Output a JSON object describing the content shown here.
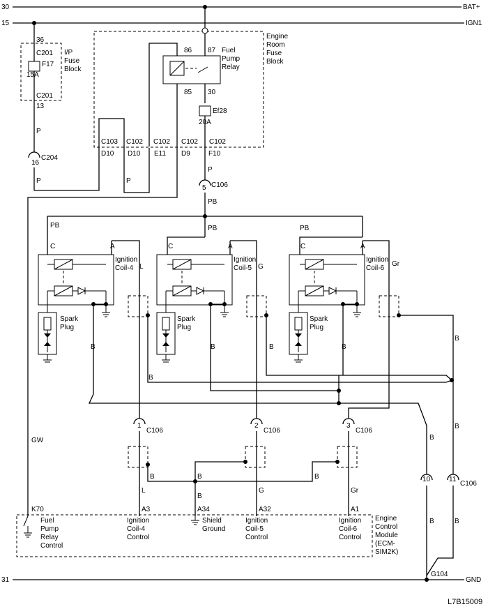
{
  "rails": {
    "bat_num": "30",
    "bat_label": "BAT+",
    "ign_num": "15",
    "ign_label": "IGN1",
    "gnd_num": "31",
    "gnd_label": "GND"
  },
  "ip_fuse": {
    "pin_top": "36",
    "conn_top": "C201",
    "fuse_name": "F17",
    "fuse_rating": "15A",
    "conn_bottom": "C201",
    "pin_bottom": "13",
    "block_label": [
      "I/P",
      "Fuse",
      "Block"
    ]
  },
  "engine_fuse": {
    "block_label": [
      "Engine",
      "Room",
      "Fuse",
      "Block"
    ],
    "relay_label": [
      "Fuel",
      "Pump",
      "Relay"
    ],
    "relay_pins": [
      "86",
      "87",
      "85",
      "30"
    ],
    "fuse_name": "Ef28",
    "fuse_rating": "20A",
    "connectors": [
      "C103",
      "C102",
      "C102",
      "C102",
      "C102"
    ],
    "pins": [
      "D10",
      "D10",
      "E11",
      "D9",
      "F10"
    ]
  },
  "wire_colors": {
    "p": "P",
    "pb": "PB",
    "gw": "GW",
    "b": "B",
    "l": "L",
    "g": "G",
    "gr": "Gr"
  },
  "connectors": {
    "c204_pin": "16",
    "c204": "C204",
    "c106_pin5": "5",
    "c106": "C106",
    "c106_pin1": "1",
    "c106_pin2": "2",
    "c106_pin3": "3",
    "c106_pin10": "10",
    "c106_pin11": "11"
  },
  "coils": [
    {
      "label": [
        "Ignition",
        "Coil-4"
      ],
      "pin_c": "C",
      "pin_a": "A"
    },
    {
      "label": [
        "Ignition",
        "Coil-5"
      ],
      "pin_c": "C",
      "pin_a": "A"
    },
    {
      "label": [
        "Ignition",
        "Coil-6"
      ],
      "pin_c": "C",
      "pin_a": "A"
    }
  ],
  "spark_plug": [
    "Spark",
    "Plug"
  ],
  "ecm": {
    "label": [
      "Engine",
      "Control",
      "Module",
      "(ECM-",
      "SIM2K)"
    ],
    "k70_pin": "K70",
    "k70_label": [
      "Fuel",
      "Pump",
      "Relay",
      "Control"
    ],
    "a3_pin": "A3",
    "a3_label": [
      "Ignition",
      "Coil-4",
      "Control"
    ],
    "a34_pin": "A34",
    "a34_label": [
      "Shield",
      "Ground"
    ],
    "a32_pin": "A32",
    "a32_label": [
      "Ignition",
      "Coil-5",
      "Control"
    ],
    "a1_pin": "A1",
    "a1_label": [
      "Ignition",
      "Coil-6",
      "Control"
    ]
  },
  "ground": "G104",
  "diagram_code": "L7B15009"
}
